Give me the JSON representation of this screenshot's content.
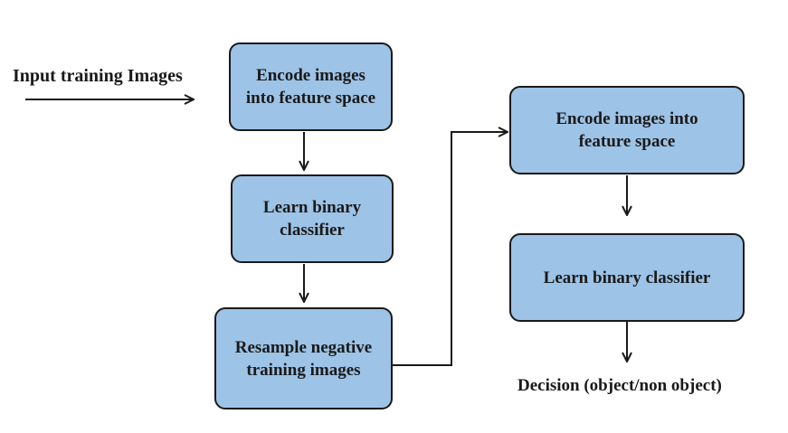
{
  "diagram": {
    "input_label": "Input training Images",
    "decision_label": "Decision (object/non object)",
    "left_column": {
      "encode_box": "Encode images into feature space",
      "learn_box": "Learn binary classifier",
      "resample_box": "Resample negative training images"
    },
    "right_column": {
      "encode_box": "Encode images into feature space",
      "learn_box": "Learn binary classifier"
    },
    "colors": {
      "box_fill": "#9dc3e6",
      "stroke": "#1a1a1a"
    }
  }
}
